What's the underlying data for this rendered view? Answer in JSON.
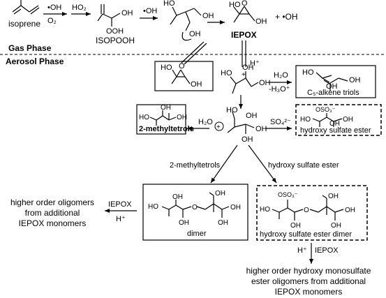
{
  "phases": {
    "gas": "Gas Phase",
    "aerosol": "Aerosol Phase"
  },
  "gas_row": {
    "isoprene": "isoprene",
    "oh_1": "•OH",
    "o2": "O₂",
    "ho2": "HO₂",
    "isopooh": "ISOPOOH",
    "oh_2": "•OH",
    "iepox": "IEPOX",
    "plus_oh": "+ •OH",
    "oh_group": "OH",
    "ooh_group": "OOH",
    "o_atom": "O"
  },
  "aerosol": {
    "hplus": "H⁺",
    "h2o_top": "H₂O",
    "h3o_minus": "-H₃O⁺",
    "c5_alkene_triols": "C₅-alkene triols",
    "h2o_mid": "H₂O",
    "so4": "SO₄²⁻",
    "methyltetrols": "2-methyltetrols",
    "hydroxy_sulfate_ester": "hydroxy sulfate ester",
    "branch_left": "2-methyltetrols",
    "branch_right": "hydroxy sulfate ester",
    "dimer": "dimer",
    "hse_dimer": "hydroxy sulfate ester dimer",
    "iepox_left": "IEPOX",
    "hplus_left": "H⁺",
    "oligomers_left": [
      "higher order oligomers",
      "from additional",
      "IEPOX monomers"
    ],
    "hplus_bottom": "H⁺",
    "iepox_bottom": "IEPOX",
    "oligomers_bottom": [
      "higher order hydroxy monosulfate",
      "ester oligomers from additional",
      "IEPOX monomers"
    ],
    "oso3": "OSO₃⁻",
    "ho": "HO",
    "oh": "OH",
    "o_atom": "O",
    "oplus": "+"
  }
}
